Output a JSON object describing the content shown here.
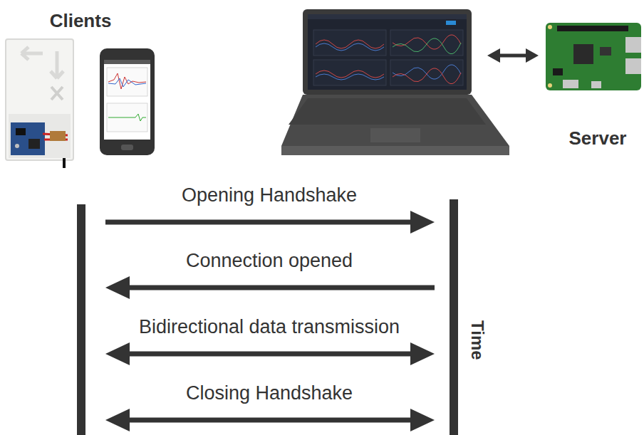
{
  "diagram": {
    "labels": [
      "Clients",
      "Server",
      "Opening Handshake",
      "Connection opened",
      "Bidirectional data transmission",
      "Closing Handshake",
      "Time"
    ]
  }
}
